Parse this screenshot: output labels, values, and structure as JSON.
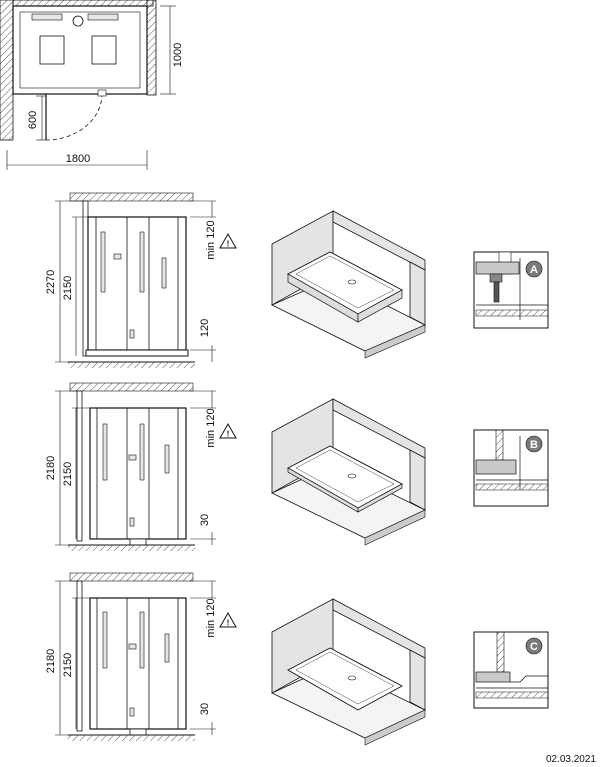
{
  "colors": {
    "line": "#111111",
    "hatch": "#555555",
    "wall": "#c9c9c9",
    "badge": "#7a7a7a",
    "light": "#e6e6e6"
  },
  "plan": {
    "dim_depth": "1000",
    "dim_door": "600",
    "dim_width": "1800"
  },
  "variants": [
    {
      "dim_total": "2270",
      "dim_cabin": "2150",
      "dim_top": "min 120",
      "dim_bottom": "120",
      "detail_letter": "A",
      "warning_icon": "warning-triangle-icon"
    },
    {
      "dim_total": "2180",
      "dim_cabin": "2150",
      "dim_top": "min 120",
      "dim_bottom": "30",
      "detail_letter": "B",
      "warning_icon": "warning-triangle-icon"
    },
    {
      "dim_total": "2180",
      "dim_cabin": "2150",
      "dim_top": "min 120",
      "dim_bottom": "30",
      "detail_letter": "C",
      "warning_icon": "warning-triangle-icon"
    }
  ],
  "footer": {
    "date": "02.03.2021"
  }
}
